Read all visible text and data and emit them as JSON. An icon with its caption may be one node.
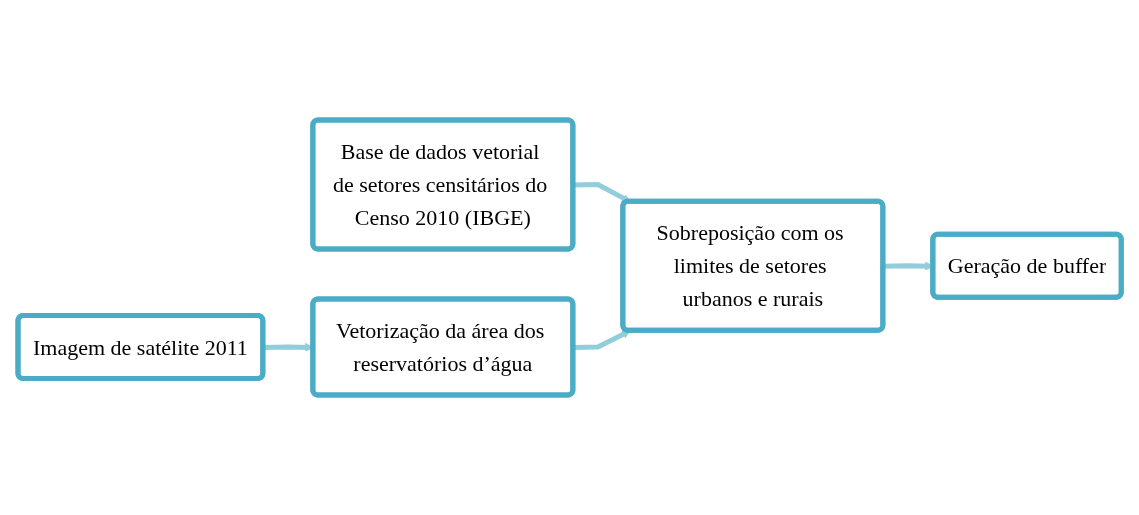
{
  "diagram": {
    "nodes": [
      {
        "text": [
          "Imagem de satélite 2011"
        ]
      },
      {
        "text": [
          "Base de dados vetorial de setores censitários do Censo 2010 (IBGE)"
        ]
      },
      {
        "text": [
          "Vetorização da área dos reservatórios d’água"
        ]
      },
      {
        "text": [
          "Sobreposição com os limites de setores urbanos e rurais"
        ]
      },
      {
        "text": [
          "Geração de buffer"
        ]
      }
    ],
    "edges": [
      {
        "from": 0,
        "to": 2,
        "arrow": "to"
      },
      {
        "from": 1,
        "to": 3,
        "arrow": "to"
      },
      {
        "from": 2,
        "to": 3,
        "arrow": "to"
      },
      {
        "from": 3,
        "to": 4,
        "arrow": "to"
      }
    ]
  }
}
